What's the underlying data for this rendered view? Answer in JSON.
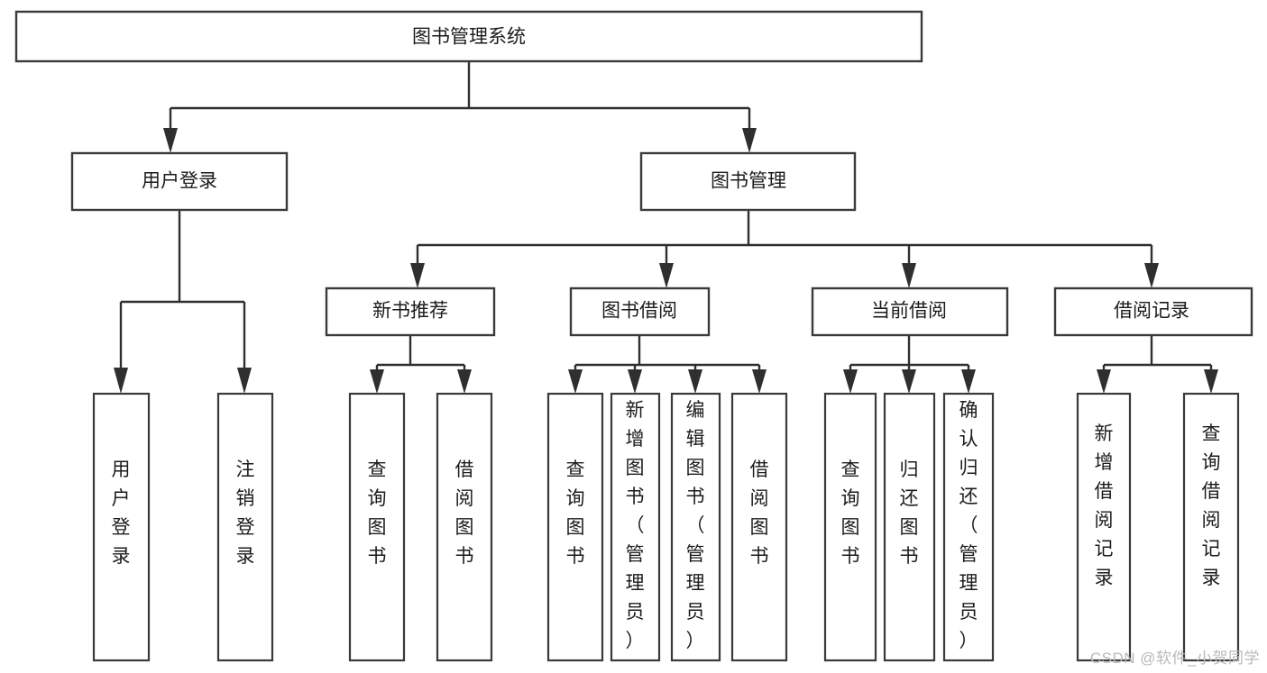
{
  "diagram": {
    "type": "tree-hierarchy-diagram",
    "title": "图书管理系统",
    "orientation": "top-down",
    "colors": {
      "background": "#ffffff",
      "box_fill": "#ffffff",
      "box_stroke": "#3a3a3a",
      "connector": "#2f2f2f",
      "text": "#1b1b1b",
      "watermark": "#b9b9b9"
    },
    "root": {
      "label": "图书管理系统",
      "level": 0
    },
    "level1": [
      {
        "label": "用户登录"
      },
      {
        "label": "图书管理"
      }
    ],
    "level2": [
      {
        "label": "新书推荐",
        "parent": "图书管理"
      },
      {
        "label": "图书借阅",
        "parent": "图书管理"
      },
      {
        "label": "当前借阅",
        "parent": "图书管理"
      },
      {
        "label": "借阅记录",
        "parent": "图书管理"
      }
    ],
    "leaves": {
      "用户登录": [
        "用户登录",
        "注销登录"
      ],
      "新书推荐": [
        "查询图书",
        "借阅图书"
      ],
      "图书借阅": [
        "查询图书",
        "新增图书（管理员）",
        "编辑图书（管理员）",
        "借阅图书"
      ],
      "当前借阅": [
        "查询图书",
        "归还图书",
        "确认归还（管理员）"
      ],
      "借阅记录": [
        "新增借阅记录",
        "查询借阅记录"
      ]
    },
    "leaf_labels_flat": [
      "用户登录",
      "注销登录",
      "查询图书",
      "借阅图书",
      "查询图书",
      "新增图书（管理员）",
      "编辑图书（管理员）",
      "借阅图书",
      "查询图书",
      "归还图书",
      "确认归还（管理员）",
      "新增借阅记录",
      "查询借阅记录"
    ]
  },
  "watermark": {
    "text": "CSDN @软件_小贺同学"
  }
}
